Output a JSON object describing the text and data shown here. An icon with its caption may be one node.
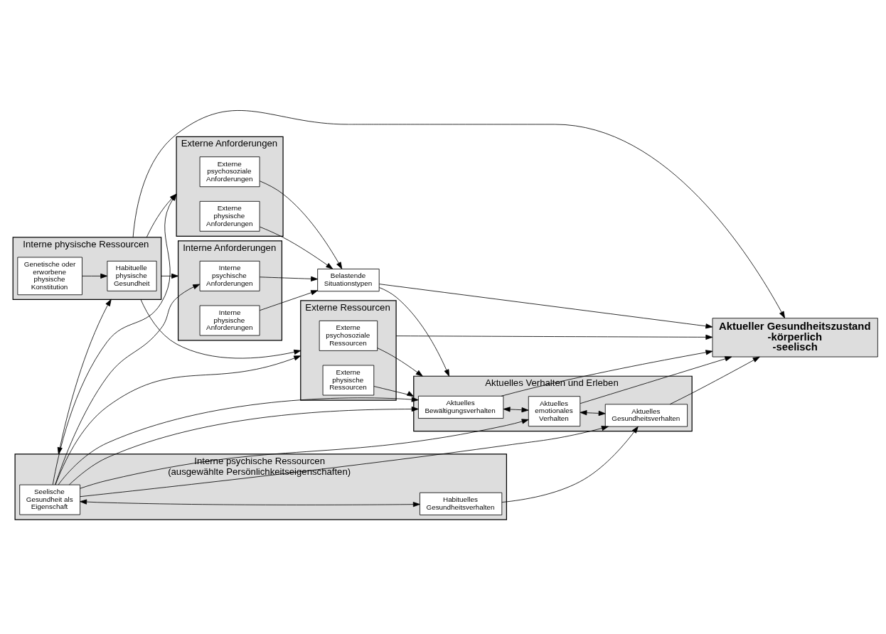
{
  "diagram": {
    "nodes": [
      {
        "text": [
          "Interne Anforderungen"
        ]
      },
      {
        "text": [
          "Interne psychische Anforderungen"
        ],
        "in": 0
      },
      {
        "text": [
          "Interne physische Anforderungen"
        ],
        "in": 0
      },
      {
        "text": [
          "Externe Anforderungen"
        ]
      },
      {
        "text": [
          "Externe psychosoziale Anforderungen"
        ],
        "in": 3
      },
      {
        "text": [
          "Externe physische Anforderungen"
        ],
        "in": 3
      },
      {
        "text": [
          "Belastende Situationstypen"
        ]
      },
      {
        "text": [
          "Interne psychische Ressourcen",
          "(ausgewählte Persönlichkeitseigenschaften)"
        ]
      },
      {
        "text": [
          "Seelische Gesundheit als Eigenschaft"
        ],
        "in": 7
      },
      {
        "text": [
          "Habituelles Gesundheitsverhalten"
        ],
        "in": 7
      },
      {
        "text": [
          "Aktuelles Verhalten und Erleben"
        ]
      },
      {
        "text": [
          "Aktuelles Bewältigungsverhalten"
        ],
        "in": 10
      },
      {
        "text": [
          "Aktuelles emotionales Verhalten"
        ],
        "in": 10
      },
      {
        "text": [
          "Aktuelles Gesundheitsverhalten"
        ],
        "in": 10
      },
      {
        "text": [
          "Externe Ressourcen"
        ]
      },
      {
        "text": [
          "Externe psychosoziale Ressourcen"
        ],
        "in": 14
      },
      {
        "text": [
          "Externe physische Ressourcen"
        ],
        "in": 14
      },
      {
        "text": [
          "Aktueller Gesundheitszustand",
          "-körperlich",
          "-seelisch"
        ]
      },
      {
        "text": [
          "Interne physische Ressourcen"
        ]
      },
      {
        "text": [
          "Habituelle physische Gesundheit"
        ],
        "in": 18
      },
      {
        "text": [
          "Genetische oder erworbene physische Konstitution"
        ],
        "in": 18
      }
    ],
    "edges": [
      {
        "from": 8,
        "to": 1,
        "arrow": "to"
      },
      {
        "from": 8,
        "to": 3,
        "arrow": "to"
      },
      {
        "from": 18,
        "to": 0,
        "arrow": "to"
      },
      {
        "from": 18,
        "to": 3,
        "arrow": "to"
      },
      {
        "from": 1,
        "to": 6,
        "arrow": "to"
      },
      {
        "from": 2,
        "to": 6,
        "arrow": "to"
      },
      {
        "from": 4,
        "to": 6,
        "arrow": "to"
      },
      {
        "from": 5,
        "to": 6,
        "arrow": "to"
      },
      {
        "from": 6,
        "to": 10,
        "arrow": "to"
      },
      {
        "from": 6,
        "to": 17,
        "arrow": "to"
      },
      {
        "from": 8,
        "to": 9,
        "arrow": "both"
      },
      {
        "from": 8,
        "to": 14,
        "arrow": "to"
      },
      {
        "from": 8,
        "to": 11,
        "arrow": "to"
      },
      {
        "from": 8,
        "to": 12,
        "arrow": "to"
      },
      {
        "from": 8,
        "to": 11,
        "arrow": "to"
      },
      {
        "from": 8,
        "to": 13,
        "arrow": "to"
      },
      {
        "from": 9,
        "to": 13,
        "arrow": "to"
      },
      {
        "from": 11,
        "to": 12,
        "arrow": "both"
      },
      {
        "from": 12,
        "to": 13,
        "arrow": "both"
      },
      {
        "from": 11,
        "to": 17,
        "arrow": "to"
      },
      {
        "from": 12,
        "to": 17,
        "arrow": "to"
      },
      {
        "from": 13,
        "to": 17,
        "arrow": "to"
      },
      {
        "from": 15,
        "to": 10,
        "arrow": "to"
      },
      {
        "from": 16,
        "to": 10,
        "arrow": "to"
      },
      {
        "from": 14,
        "to": 17,
        "arrow": "to"
      },
      {
        "from": 7,
        "to": 18,
        "arrow": "both"
      },
      {
        "from": 18,
        "to": 14,
        "arrow": "to"
      },
      {
        "from": 18,
        "to": 17,
        "arrow": "to"
      },
      {
        "from": 20,
        "to": 19,
        "arrow": "to"
      }
    ]
  }
}
